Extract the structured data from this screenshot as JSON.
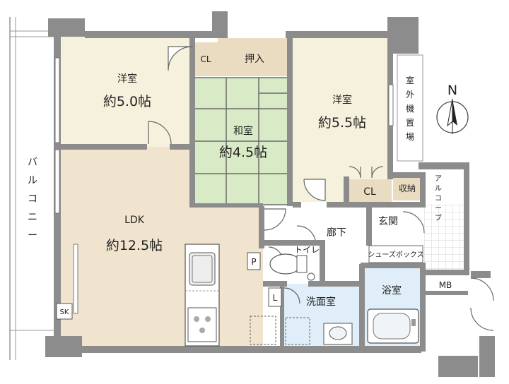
{
  "colors": {
    "wall": "#8c8c8c",
    "western_room": "#f6f1dc",
    "ldk": "#f1e4cf",
    "tatami": "#d9ebc6",
    "storage": "#e9dcc0",
    "bath": "#dfeef8",
    "corridor": "#ffffff"
  },
  "rooms": {
    "western1": {
      "name": "洋室",
      "size": "約5.0帖"
    },
    "western2": {
      "name": "洋室",
      "size": "約5.5帖"
    },
    "washitsu": {
      "name": "和室",
      "size": "約4.5帖"
    },
    "ldk": {
      "name": "LDK",
      "size": "約12.5帖"
    }
  },
  "labels": {
    "cl_top": "CL",
    "oshiire": "押入",
    "cl_bottom": "CL",
    "shuno": "収納",
    "genkan": "玄関",
    "roka": "廊下",
    "shoe_box": "シューズボックス",
    "toilet": "トイレ",
    "senmen": "洗面室",
    "yokushitsu": "浴室",
    "mb": "MB",
    "p": "P",
    "l": "L",
    "sk": "SK",
    "balcony": [
      "バ",
      "ル",
      "コ",
      "ニ",
      "ー"
    ],
    "outdoor_unit": [
      "室",
      "外",
      "機",
      "置",
      "場"
    ],
    "alcove": [
      "ア",
      "ル",
      "コ",
      "ー",
      "ブ"
    ]
  },
  "compass": {
    "label": "N"
  }
}
